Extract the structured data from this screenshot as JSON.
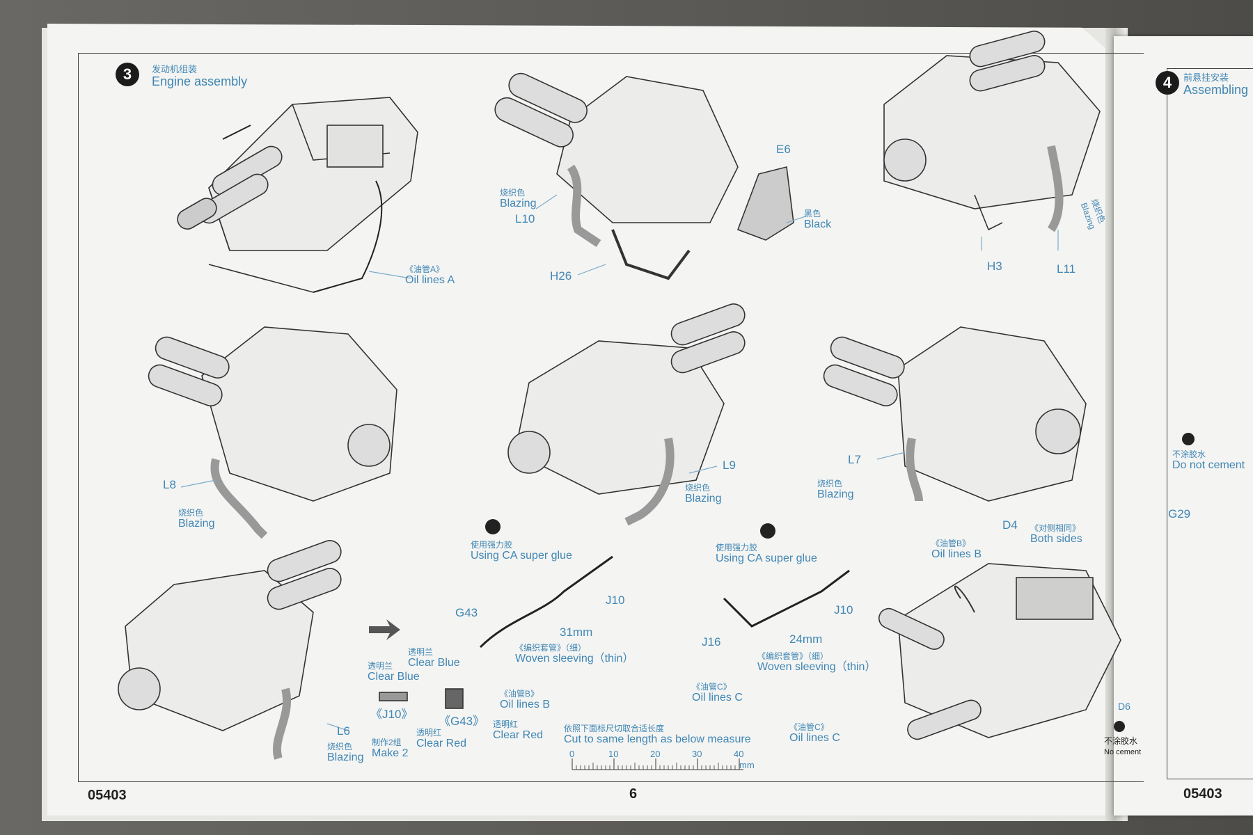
{
  "step3": {
    "number": "3",
    "title_cn": "发动机组装",
    "title_en": "Engine assembly"
  },
  "step4": {
    "number": "4",
    "title_cn": "前悬挂安装",
    "title_en": "Assembling"
  },
  "callouts": {
    "oil_lines_a": {
      "cn": "《油管A》",
      "en": "Oil lines A"
    },
    "l10": {
      "part": "L10",
      "cn": "烧织色",
      "en": "Blazing"
    },
    "h26": {
      "part": "H26"
    },
    "e6": {
      "part": "E6",
      "cn": "黑色",
      "en": "Black"
    },
    "h3": {
      "part": "H3"
    },
    "l11": {
      "part": "L11",
      "cn": "烧织色",
      "en": "Blazing"
    },
    "l8": {
      "part": "L8",
      "cn": "烧织色",
      "en": "Blazing"
    },
    "l9": {
      "part": "L9",
      "cn": "烧织色",
      "en": "Blazing"
    },
    "l7": {
      "part": "L7",
      "cn": "烧织色",
      "en": "Blazing"
    },
    "l6": {
      "part": "L6",
      "cn": "烧织色",
      "en": "Blazing"
    }
  },
  "subassembly_left": {
    "glue_cn": "使用强力胶",
    "glue_en": "Using CA super glue",
    "g43": "G43",
    "j10": "J10",
    "length": "31mm",
    "sleeve_cn": "《编织套管》（细）",
    "sleeve_en": "Woven sleeving（thin）",
    "clear_blue_cn": "透明兰",
    "clear_blue_en": "Clear Blue",
    "clear_blue2_cn": "透明兰",
    "clear_blue2_en": "Clear Blue",
    "j10_part": "《J10》",
    "g43_part": "《G43》",
    "make2_cn": "制作2组",
    "make2_en": "Make 2",
    "clear_red_cn": "透明红",
    "clear_red_en": "Clear Red",
    "clear_red2_cn": "透明红",
    "clear_red2_en": "Clear Red",
    "oil_lines_b_cn": "《油管B》",
    "oil_lines_b_en": "Oil lines B"
  },
  "subassembly_right": {
    "glue_cn": "使用强力胶",
    "glue_en": "Using CA super glue",
    "j16": "J16",
    "j10": "J10",
    "length": "24mm",
    "sleeve_cn": "《编织套管》（细）",
    "sleeve_en": "Woven sleeving（thin）",
    "oil_lines_c_cn": "《油管C》",
    "oil_lines_c_en": "Oil lines C"
  },
  "ruler": {
    "instr_cn": "依照下面标尺切取合适长度",
    "instr_en": "Cut to same length as below measure",
    "ticks": [
      "0",
      "10",
      "20",
      "30",
      "40"
    ],
    "unit": "mm"
  },
  "final": {
    "oil_lines_b_cn": "《油管B》",
    "oil_lines_b_en": "Oil lines B",
    "d4": "D4",
    "both_sides_cn": "《对侧相同》",
    "both_sides_en": "Both sides",
    "oil_lines_c_cn": "《油管C》",
    "oil_lines_c_en": "Oil lines C",
    "d6": "D6",
    "no_cement_cn": "不涂胶水",
    "no_cement_en": "No cement"
  },
  "right_page": {
    "do_not_cement_cn": "不涂胶水",
    "do_not_cement_en": "Do not cement",
    "g29": "G29"
  },
  "footer": {
    "code_left": "05403",
    "page_number": "6",
    "code_right": "05403"
  },
  "colors": {
    "accent": "#3f86b4",
    "ink": "#222222",
    "paper": "#f4f4f2"
  }
}
